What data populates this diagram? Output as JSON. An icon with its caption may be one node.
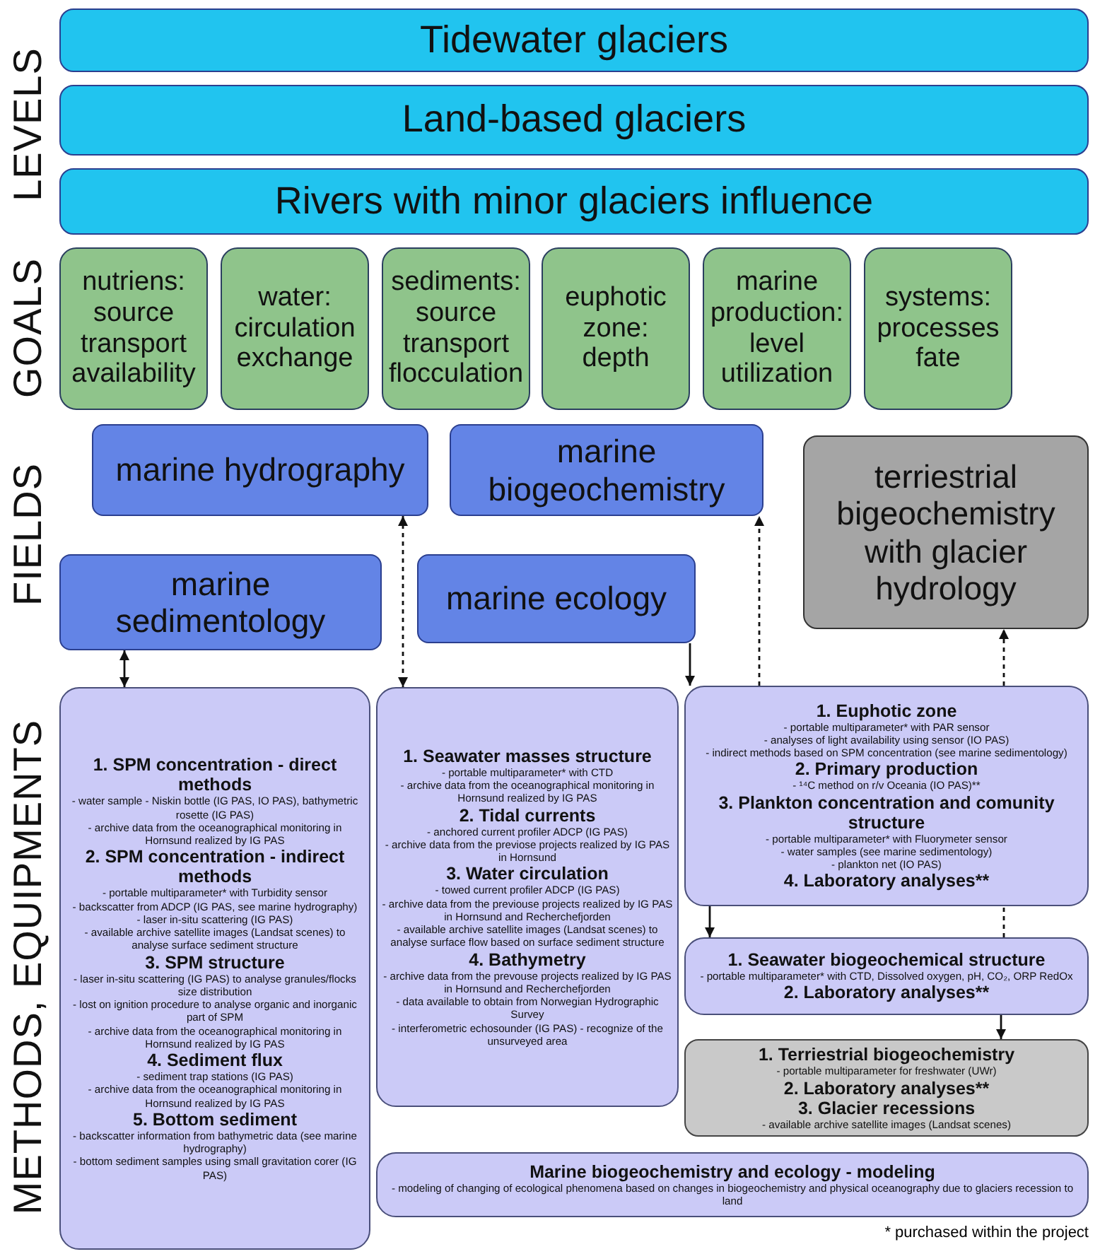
{
  "diagram": {
    "nodes": [
      {
        "text": [
          "Tidewater glaciers"
        ]
      },
      {
        "text": [
          "Land-based glaciers"
        ]
      },
      {
        "text": [
          "Rivers with minor glaciers influence"
        ]
      },
      {
        "text": [
          "nutriens: source transport availability"
        ]
      },
      {
        "text": [
          "water: circulation exchange"
        ]
      },
      {
        "text": [
          "sediments: source transport flocculation"
        ]
      },
      {
        "text": [
          "euphotic zone: depth"
        ]
      },
      {
        "text": [
          "marine production: level utilization"
        ]
      },
      {
        "text": [
          "systems: processes fate"
        ]
      },
      {
        "text": [
          "marine hydrography"
        ]
      },
      {
        "text": [
          "marine biogeochemistry"
        ]
      },
      {
        "text": [
          "terriestrial bigeochemistry with glacier hydrology"
        ]
      },
      {
        "text": [
          "marine sedimentology"
        ]
      },
      {
        "text": [
          "marine ecology"
        ]
      },
      {
        "text": [
          "1. SPM concentration - direct methods",
          "- water sample - Niskin bottle (IG PAS, IO PAS), bathymetric rosette (IG PAS)",
          "- archive data from the oceanographical monitoring in Hornsund realized by IG PAS",
          "2. SPM concentration - indirect methods",
          "- portable multiparameter* with Turbidity sensor",
          "- backscatter from ADCP (IG PAS, see marine hydrography)",
          "- laser in-situ scattering (IG PAS)",
          "- available archive satellite images (Landsat scenes) to analyse surface sediment structure",
          "3. SPM structure",
          "- laser in-situ scattering (IG PAS) to analyse granules/flocks size distribution",
          "- lost on ignition procedure to analyse organic and inorganic part of SPM",
          "- archive data from the oceanographical monitoring in Hornsund realized by IG PAS",
          "4. Sediment flux",
          "- sediment trap stations (IG PAS)",
          "- archive data from the oceanographical monitoring in Hornsund realized by IG PAS",
          "5. Bottom sediment",
          "- backscatter information from bathymetric data (see marine hydrography)",
          "- bottom sediment samples using small gravitation corer (IG PAS)"
        ]
      },
      {
        "text": [
          "1. Seawater masses structure",
          "- portable multiparameter* with CTD",
          "- archive data from the oceanographical monitoring in Hornsund realized by IG PAS",
          "2. Tidal currents",
          "- anchored current profiler ADCP (IG PAS)",
          "- archive data from the previose projects realized by IG PAS in Hornsund",
          "3. Water circulation",
          "- towed current profiler ADCP (IG PAS)",
          "- archive data from the previouse projects realized by IG PAS in Hornsund and Recherchefjorden",
          "- available archive satellite images (Landsat scenes) to analyse surface flow based on surface sediment structure",
          "4. Bathymetry",
          "- archive data from the prevouse projects realized by IG PAS in Hornsund and Recherchefjorden",
          "- data available to obtain from Norwegian Hydrographic Survey",
          "- interferometric echosounder (IG PAS) - recognize of the unsurveyed area"
        ]
      },
      {
        "text": [
          "1. Euphotic zone",
          "- portable multiparameter* with PAR sensor",
          "- analyses of light availability using sensor (IO PAS)",
          "- indirect methods based on SPM concentration (see marine sedimentology)",
          "2. Primary production",
          "- ¹⁴C method on r/v Oceania (IO PAS)**",
          "3. Plankton concentration and comunity structure",
          "- portable multiparameter* with Fluorymeter sensor",
          "- water samples (see marine sedimentology)",
          "- plankton net (IO PAS)",
          "4. Laboratory analyses**"
        ]
      },
      {
        "text": [
          "1. Seawater biogeochemical structure",
          "- portable multiparameter* with CTD, Dissolved oxygen, pH, CO₂, ORP RedOx",
          "2. Laboratory analyses**"
        ]
      },
      {
        "text": [
          "1. Terriestrial biogeochemistry",
          "- portable multiparameter for freshwater (UWr)",
          "2. Laboratory analyses**",
          "3. Glacier recessions",
          "- available archive satellite images (Landsat scenes)"
        ]
      },
      {
        "text": [
          "Marine biogeochemistry and ecology - modeling",
          "- modeling of changing of ecological phenomena based on changes in biogeochemistry and physical oceanography due to glaciers recession to land"
        ]
      }
    ],
    "edges": [
      {
        "from": 12,
        "to": 14,
        "arrow": "both"
      },
      {
        "from": 9,
        "to": 15,
        "arrow": "both",
        "style": "dashed"
      },
      {
        "from": 13,
        "to": 16,
        "arrow": "to"
      },
      {
        "from": 16,
        "to": 10,
        "arrow": "to",
        "style": "dashed"
      },
      {
        "from": 16,
        "to": 11,
        "arrow": "to",
        "style": "dashed"
      },
      {
        "from": 16,
        "to": 17,
        "arrow": "to"
      },
      {
        "from": 17,
        "to": 18,
        "arrow": "to"
      },
      {
        "from": 17,
        "to": 16,
        "arrow": "none",
        "style": "dashed"
      }
    ],
    "labels": [
      "LEVELS",
      "GOALS",
      "FIELDS",
      "METHODS, EQUIPMENTS",
      "* purchased within the project"
    ]
  }
}
